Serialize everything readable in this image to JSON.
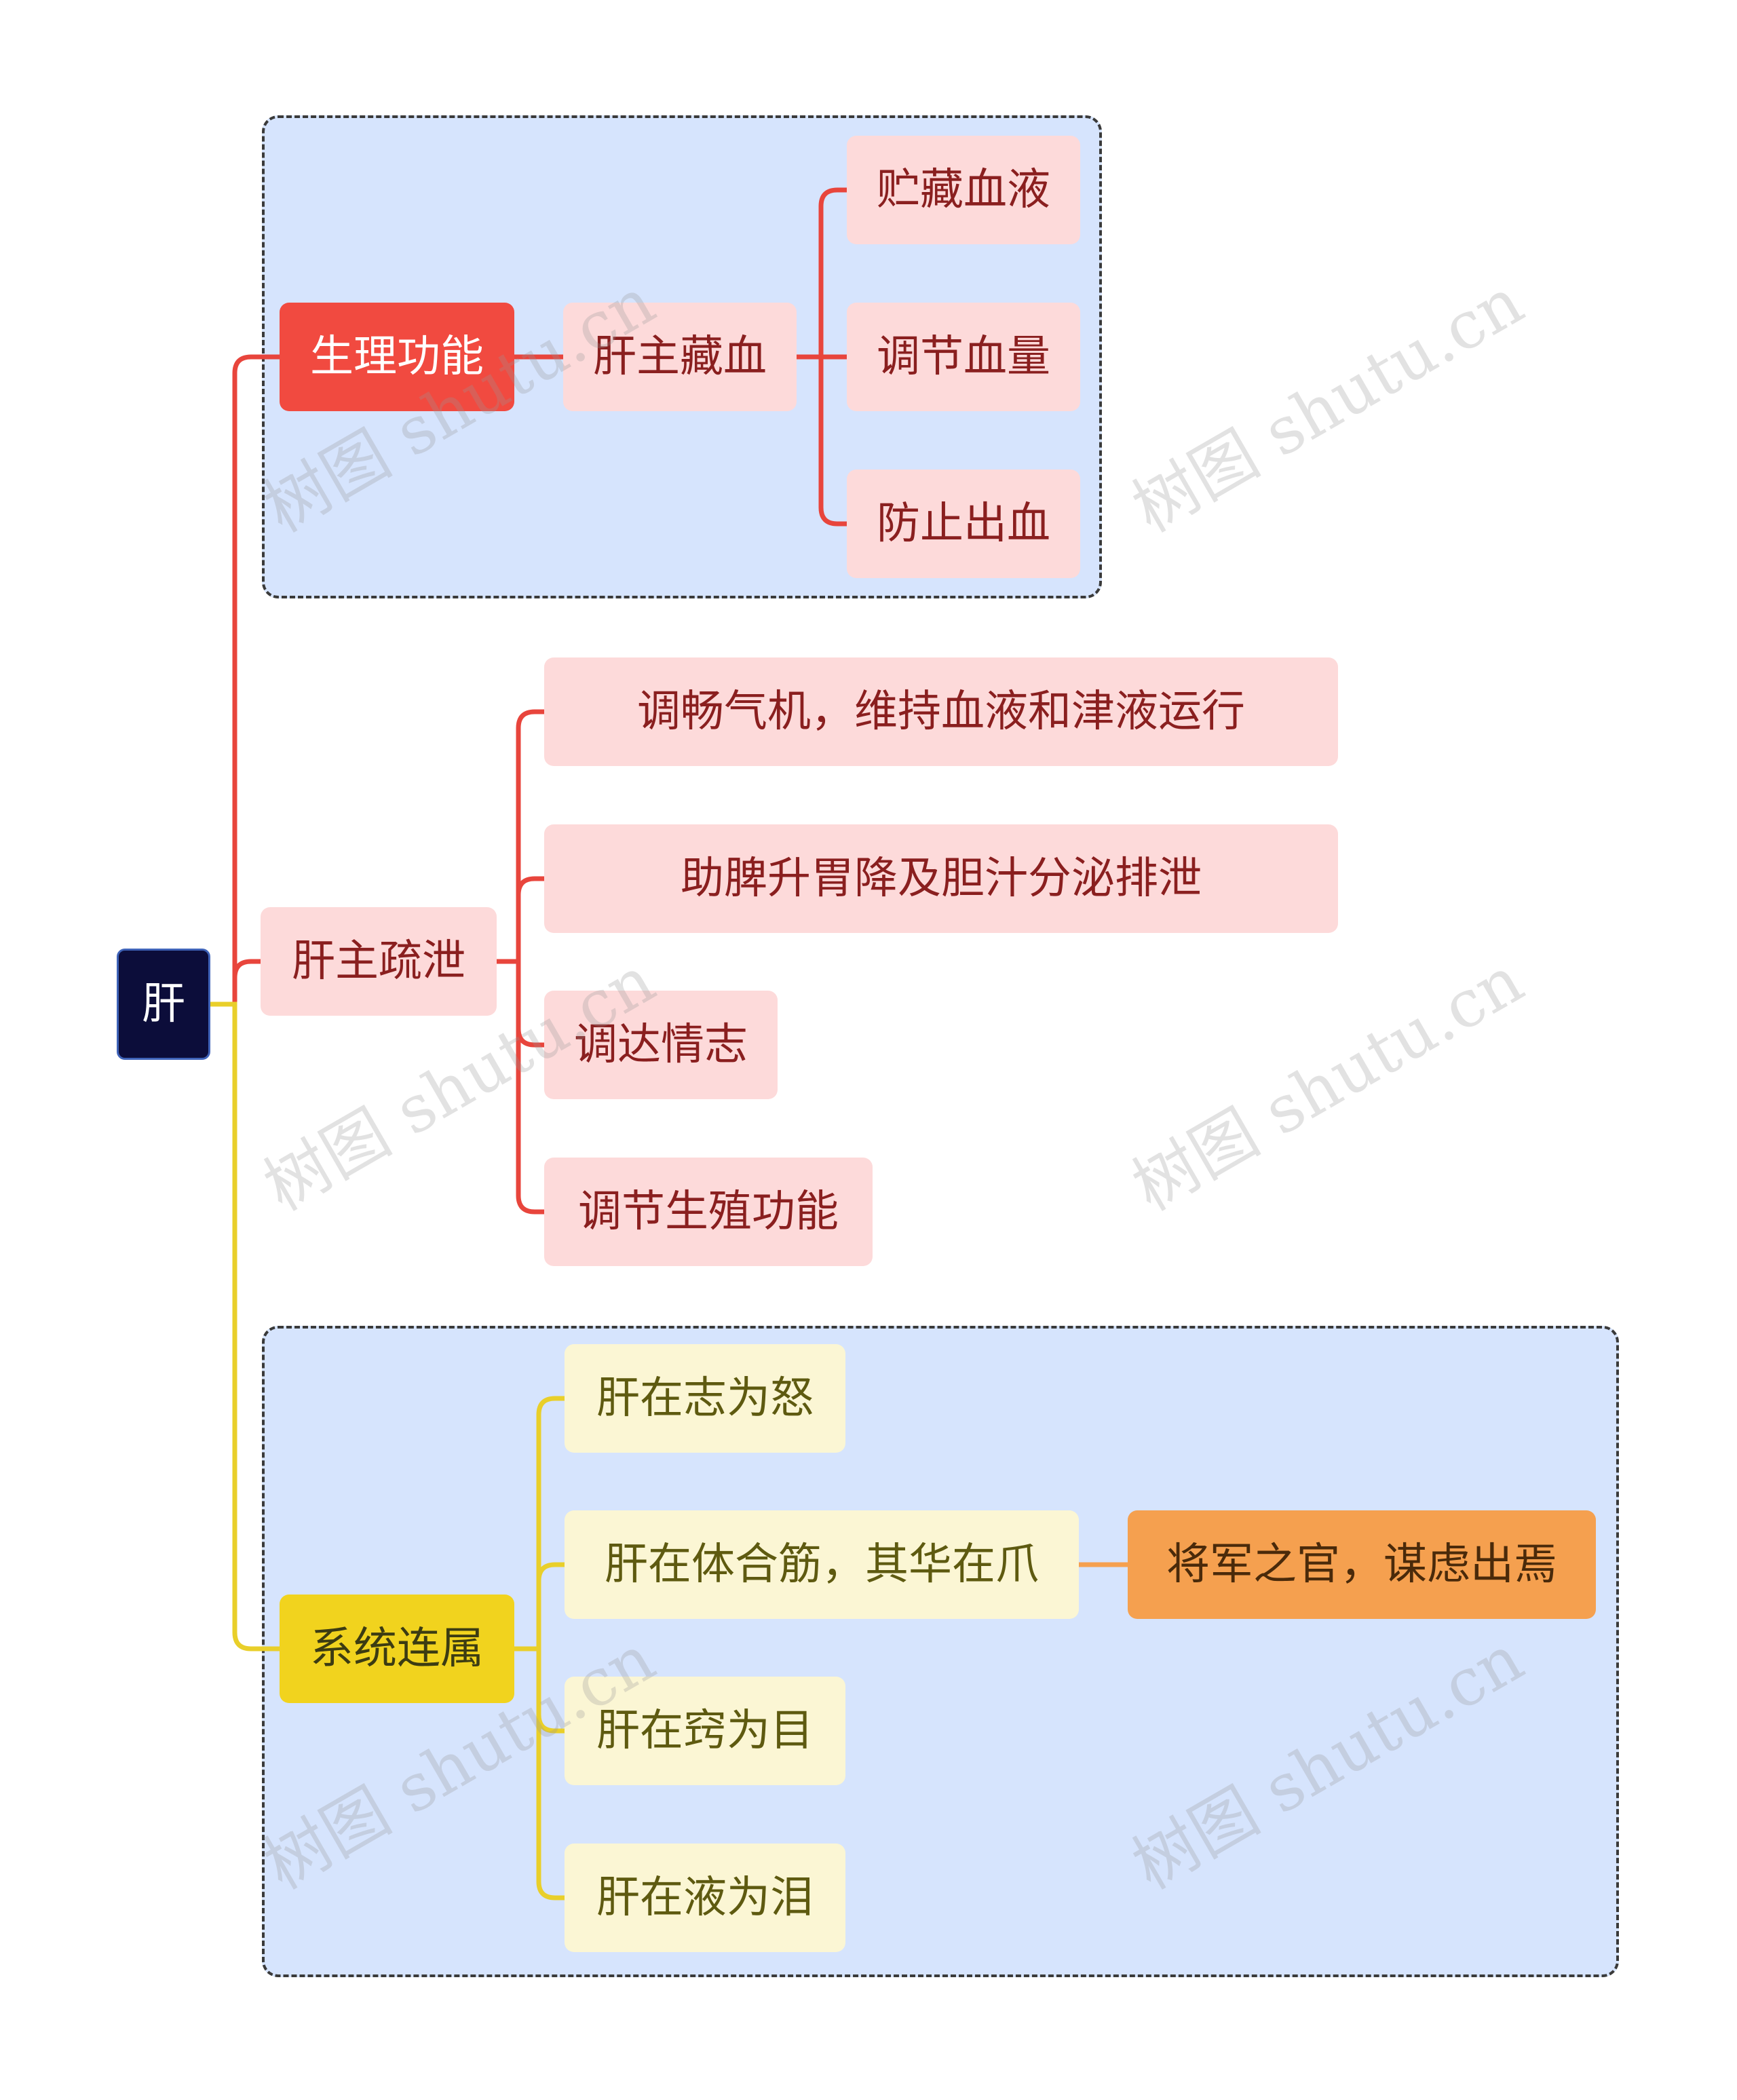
{
  "root": {
    "label": "肝"
  },
  "branches": [
    {
      "label": "生理功能",
      "children": [
        {
          "label": "肝主藏血",
          "children": [
            {
              "label": "贮藏血液"
            },
            {
              "label": "调节血量"
            },
            {
              "label": "防止出血"
            }
          ]
        }
      ]
    },
    {
      "label": "肝主疏泄",
      "children": [
        {
          "label": "调畅气机，维持血液和津液运行"
        },
        {
          "label": "助脾升胃降及胆汁分泌排泄"
        },
        {
          "label": "调达情志"
        },
        {
          "label": "调节生殖功能"
        }
      ]
    },
    {
      "label": "系统连属",
      "children": [
        {
          "label": "肝在志为怒"
        },
        {
          "label": "肝在体合筋，其华在爪",
          "children": [
            {
              "label": "将军之官，谋虑出焉"
            }
          ]
        },
        {
          "label": "肝在窍为目"
        },
        {
          "label": "肝在液为泪"
        }
      ]
    }
  ],
  "watermark": "树图 shutu.cn",
  "colors": {
    "red_line": "#e8453c",
    "yellow_line": "#e9cf2a",
    "orange_line": "#f5a04f",
    "group_fill": "#d6e4fd",
    "root_fill": "#0c0d3a"
  }
}
